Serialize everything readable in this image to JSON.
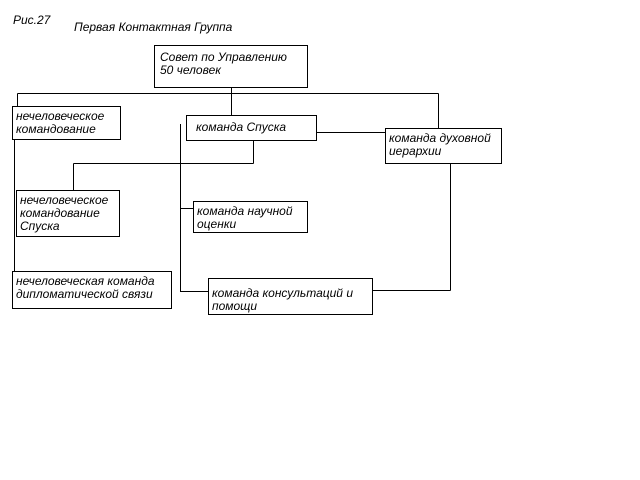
{
  "figure": {
    "label": "Рис.27",
    "title": "Первая Контактная Группа"
  },
  "nodes": {
    "council": "Совет по Управлению\n      50 человек",
    "nonhuman_command": "нечеловеческое\nкомандование",
    "descent_team": "команда  Спуска",
    "spiritual_team": "команда духовной\nиерархии",
    "nonhuman_command_descent": "нечеловеческое\nкомандование\nСпуска",
    "science_team": "команда научной\nоценки",
    "diplomatic_team": "нечеловеческая команда\nдипломатической связи",
    "consult_team": "команда консультаций и\nпомощи"
  }
}
